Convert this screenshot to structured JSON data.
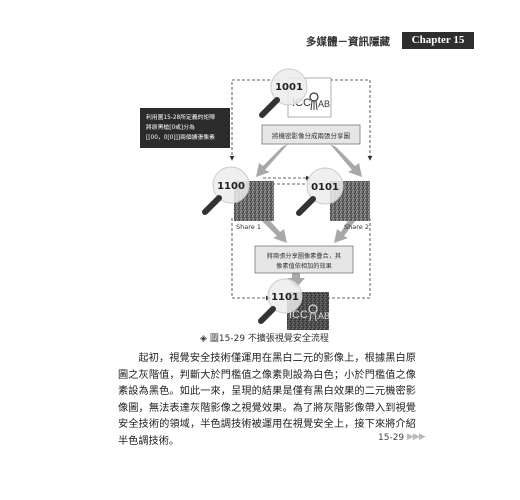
{
  "header": {
    "section_title": "多媒體－資訊隱藏",
    "chapter_label": "Chapter 15"
  },
  "figure": {
    "codes": {
      "top": "1001",
      "left": "1100",
      "right": "0101",
      "bottom": "1101"
    },
    "icc_logo_text": "ICC",
    "note_box": [
      "利用圖15-28所定義的矩陣",
      "將原黑槍[0或]分為",
      "[[00，0[0]]]兩個擴張像素"
    ],
    "split_box": "將機密影像分成兩張分享圖",
    "share1_label": "Share 1",
    "share2_label": "Share 2",
    "stack_box": [
      "將兩張分享圖像素疊合，其",
      "像素值依相加的效果"
    ],
    "caption_marker": "◈",
    "caption": "圖15-29  不擴張視覺安全流程",
    "colors": {
      "box_fill": "#e6e6e6",
      "box_border": "#777777",
      "note_fill": "#2b2b2b",
      "arrow_gray": "#a8a8a8",
      "header_badge": "#2e2e2e"
    }
  },
  "body": {
    "paragraph": "起初，視覺安全技術僅運用在黑白二元的影像上，根據黑白原圖之灰階值，判斷大於門檻值之像素則設為白色；小於門檻值之像素設為黑色。如此一來，呈現的結果是僅有黑白效果的二元機密影像圖，無法表達灰階影像之視覺效果。為了將灰階影像帶入到視覺安全技術的領域，半色調技術被運用在視覺安全上，接下來將介紹半色調技術。"
  },
  "footer": {
    "page_number": "15-29",
    "arrows": "▶▶▶"
  }
}
